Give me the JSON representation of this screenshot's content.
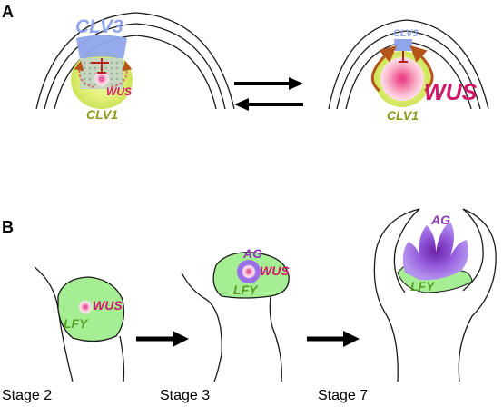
{
  "panels": {
    "a_label": "A",
    "b_label": "B"
  },
  "panel_a": {
    "left": {
      "clv3": "CLV3",
      "wus": "WUS",
      "clv1": "CLV1"
    },
    "right": {
      "clv3": "CLV3",
      "wus": "WUS",
      "clv1": "CLV1"
    }
  },
  "panel_b": {
    "stage2": {
      "wus": "WUS",
      "lfy": "LFY",
      "caption": "Stage 2"
    },
    "stage3": {
      "ag": "AG",
      "wus": "WUS",
      "lfy": "LFY",
      "caption": "Stage 3"
    },
    "stage7": {
      "ag": "AG",
      "lfy": "LFY",
      "caption": "Stage 7"
    }
  },
  "colors": {
    "clv3": "#8fa6ec",
    "clv1": "#8a9a17",
    "wus": "#d0186a",
    "lfy_fill": "#a6ee94",
    "lfy_text": "#5a9e23",
    "ag": "#8d3bb4",
    "ag_fill": "#9b6ee6",
    "feedback_arrow": "#b5541b",
    "outline": "#1a1a1a"
  }
}
